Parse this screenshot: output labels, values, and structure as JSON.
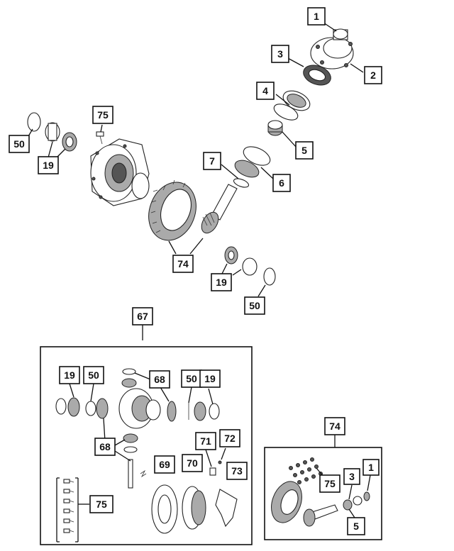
{
  "diagram": {
    "callouts": {
      "c1_top": "1",
      "c2_top": "2",
      "c3_top": "3",
      "c4_top": "4",
      "c5_top": "5",
      "c6": "6",
      "c7": "7",
      "c50_left": "50",
      "c19_left": "19",
      "c75_top": "75",
      "c74_mid": "74",
      "c19_low": "19",
      "c50_low": "50",
      "c67": "67",
      "k19_a": "19",
      "k50_a": "50",
      "k68_a": "68",
      "k50_b": "50",
      "k19_b": "19",
      "k68_b": "68",
      "k71": "71",
      "k72": "72",
      "k69": "69",
      "k70": "70",
      "k73": "73",
      "k75": "75",
      "c74_kit": "74",
      "g75": "75",
      "g3": "3",
      "g1": "1",
      "g5": "5"
    }
  }
}
